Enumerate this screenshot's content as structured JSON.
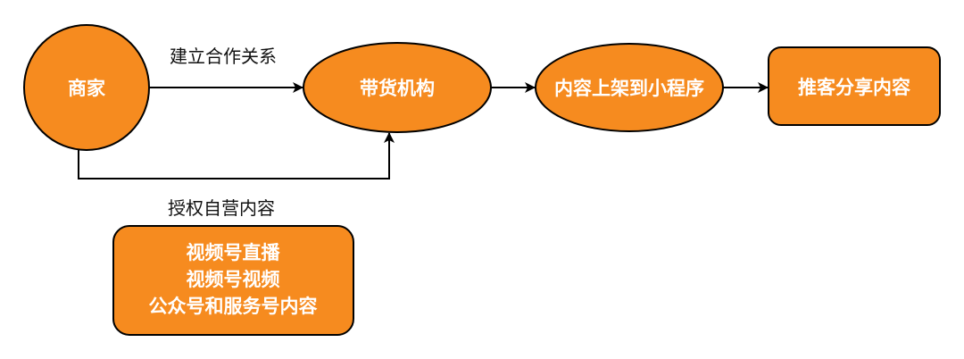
{
  "colors": {
    "node_fill": "#F68B1F",
    "node_stroke": "#000000",
    "node_text": "#FFFFFF",
    "edge": "#000000",
    "label_text": "#111111"
  },
  "nodes": {
    "merchant": {
      "label": "商家",
      "shape": "circle"
    },
    "agency": {
      "label": "带货机构",
      "shape": "ellipse"
    },
    "miniprogram": {
      "label": "内容上架到小程序",
      "shape": "ellipse"
    },
    "promoter": {
      "label": "推客分享内容",
      "shape": "rounded-rect"
    },
    "content_types": {
      "shape": "rounded-rect",
      "lines": [
        "视频号直播",
        "视频号视频",
        "公众号和服务号内容"
      ]
    }
  },
  "edges": {
    "merchant_to_agency": {
      "label": "建立合作关系"
    },
    "merchant_to_agency_authorized": {
      "label": "授权自营内容"
    },
    "agency_to_miniprogram": {
      "label": ""
    },
    "miniprogram_to_promoter": {
      "label": ""
    }
  }
}
